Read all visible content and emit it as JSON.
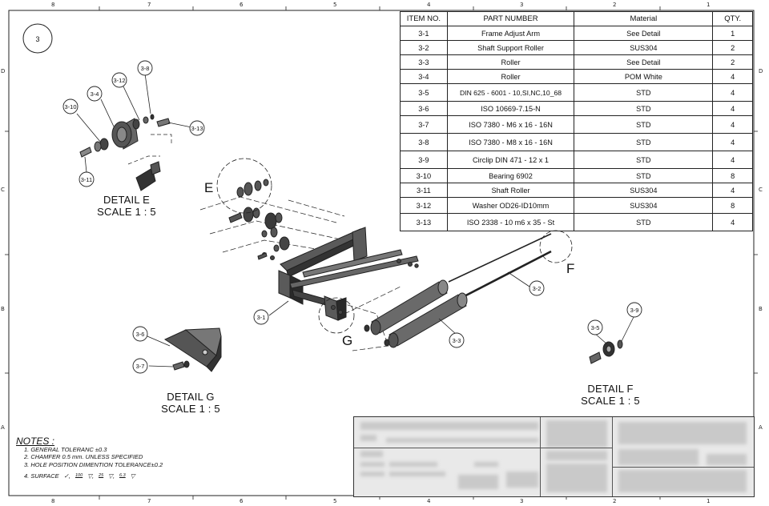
{
  "sheet": {
    "view_number": "3",
    "zones_top": [
      "8",
      "7",
      "6",
      "5",
      "4",
      "3",
      "2",
      "1"
    ],
    "zones_bottom": [
      "8",
      "7",
      "6",
      "5",
      "4",
      "3",
      "2",
      "1"
    ],
    "zones_side": [
      "D",
      "C",
      "B",
      "A"
    ]
  },
  "bom": {
    "headers": [
      "ITEM NO.",
      "PART NUMBER",
      "Material",
      "QTY."
    ],
    "rows": [
      [
        "3-1",
        "Frame Adjust Arm",
        "See Detail",
        "1"
      ],
      [
        "3-2",
        "Shaft Support Roller",
        "SUS304",
        "2"
      ],
      [
        "3-3",
        "Roller",
        "See Detail",
        "2"
      ],
      [
        "3-4",
        "Roller",
        "POM White",
        "4"
      ],
      [
        "3-5",
        "DIN 625 - 6001 - 10,SI,NC,10_68",
        "STD",
        "4"
      ],
      [
        "3-6",
        "ISO 10669-7.15-N",
        "STD",
        "4"
      ],
      [
        "3-7",
        "ISO 7380 - M6 x 16 - 16N",
        "STD",
        "4"
      ],
      [
        "3-8",
        "ISO 7380 - M8 x 16 - 16N",
        "STD",
        "4"
      ],
      [
        "3-9",
        "Circlip DIN 471 - 12 x 1",
        "STD",
        "4"
      ],
      [
        "3-10",
        "Bearing 6902",
        "STD",
        "8"
      ],
      [
        "3-11",
        "Shaft Roller",
        "SUS304",
        "4"
      ],
      [
        "3-12",
        "Washer OD26-ID10mm",
        "SUS304",
        "8"
      ],
      [
        "3-13",
        "ISO 2338 - 10 m6 x 35 - St",
        "STD",
        "4"
      ]
    ]
  },
  "details": {
    "e": {
      "title": "DETAIL E",
      "scale": "SCALE 1 : 5",
      "letter": "E"
    },
    "f": {
      "title": "DETAIL F",
      "scale": "SCALE 1 : 5",
      "letter": "F"
    },
    "g": {
      "title": "DETAIL G",
      "scale": "SCALE 1 : 5",
      "letter": "G"
    }
  },
  "balloons": {
    "b31": "3-1",
    "b32": "3-2",
    "b33": "3-3",
    "b34": "3-4",
    "b35": "3-5",
    "b36": "3-6",
    "b37": "3-7",
    "b38": "3-8",
    "b39": "3-9",
    "b310": "3-10",
    "b311": "3-11",
    "b312": "3-12",
    "b313": "3-13"
  },
  "notes": {
    "title": "NOTES :",
    "items": [
      "1.   GENERAL TOLERANC ±0.3",
      "2.   CHAMFER 0.5 mm. UNLESS SPECIFIED",
      "3.   HOLE POSITION DIMENTION TOLERANCE±0.2",
      "4.   SURFACE"
    ],
    "surface_marks": [
      "100",
      "25",
      "6.3"
    ]
  }
}
